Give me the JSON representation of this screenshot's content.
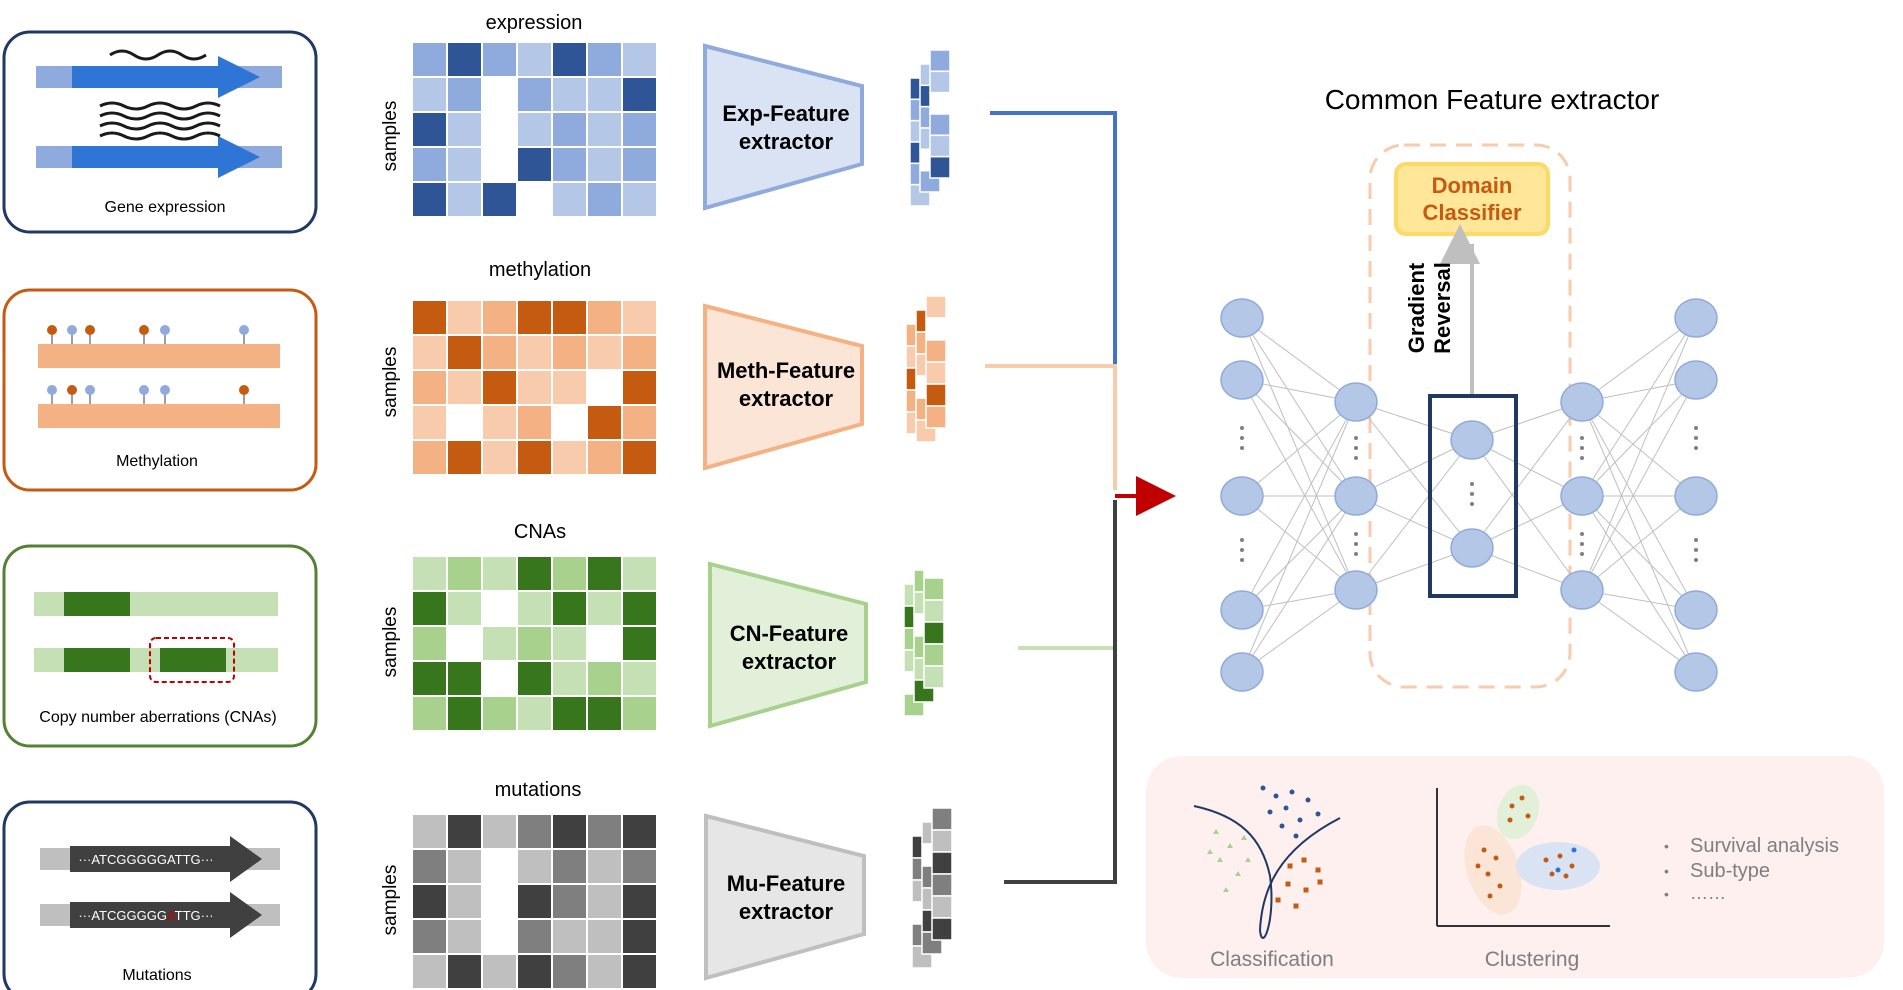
{
  "colors": {
    "expression": [
      "#2f5597",
      "#8faadc",
      "#b4c7e7",
      "#dae3f3"
    ],
    "methylation": [
      "#c55a11",
      "#f4b183",
      "#f8cbad",
      "#fbe5d6"
    ],
    "cna": [
      "#38761d",
      "#a9d18e",
      "#c5e0b4",
      "#e2f0d9"
    ],
    "mutation": [
      "#404040",
      "#7f7f7f",
      "#bfbfbf",
      "#d9d9d9"
    ],
    "arrow": "#c00000"
  },
  "omics": [
    {
      "key": "expression",
      "card_label": "Gene expression",
      "matrix_label": "expression",
      "samples_label": "samples",
      "extractor_line1": "Exp-Feature",
      "extractor_line2": "extractor"
    },
    {
      "key": "methylation",
      "card_label": "Methylation",
      "matrix_label": "methylation",
      "samples_label": "samples",
      "extractor_line1": "Meth-Feature",
      "extractor_line2": "extractor"
    },
    {
      "key": "cna",
      "card_label": "Copy number aberrations (CNAs)",
      "matrix_label": "CNAs",
      "samples_label": "samples",
      "extractor_line1": "CN-Feature",
      "extractor_line2": "extractor"
    },
    {
      "key": "mutation",
      "card_label": "Mutations",
      "matrix_label": "mutations",
      "samples_label": "samples",
      "extractor_line1": "Mu-Feature",
      "extractor_line2": "extractor"
    }
  ],
  "mutation_seqs": [
    "···ATCGGGGGATTG···",
    "···ATCGGGGG",
    "TTG···"
  ],
  "common": {
    "title": "Common Feature extractor",
    "domain_classifier_line1": "Domain",
    "domain_classifier_line2": "Classifier",
    "gradient_line1": "Gradient",
    "gradient_line2": "Reversal"
  },
  "downstream": {
    "classification": "Classification",
    "clustering": "Clustering",
    "bullets": [
      "Survival analysis",
      "Sub-type",
      "……"
    ]
  }
}
